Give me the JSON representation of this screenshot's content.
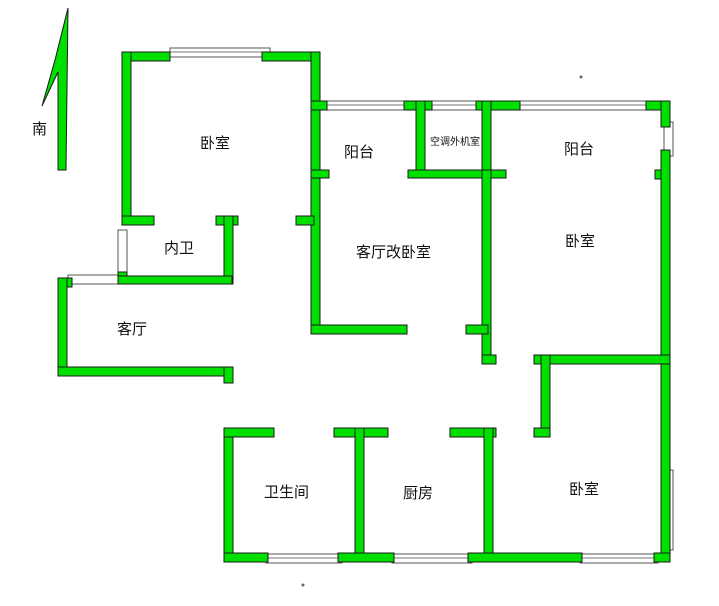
{
  "compass": {
    "label": "南"
  },
  "rooms": {
    "master_bedroom": "卧室",
    "ensuite_bath": "内卫",
    "living_room": "客厅",
    "balcony_center": "阳台",
    "ac_unit_room": "空调外机室",
    "balcony_right": "阳台",
    "living_to_bedroom": "客厅改卧室",
    "bedroom_right": "卧室",
    "bathroom": "卫生间",
    "kitchen": "厨房",
    "bedroom_bottom_right": "卧室"
  },
  "colors": {
    "wall": "#00e000",
    "wall_outline": "#1a1a1a",
    "window": "#ffffff",
    "text": "#111111"
  }
}
